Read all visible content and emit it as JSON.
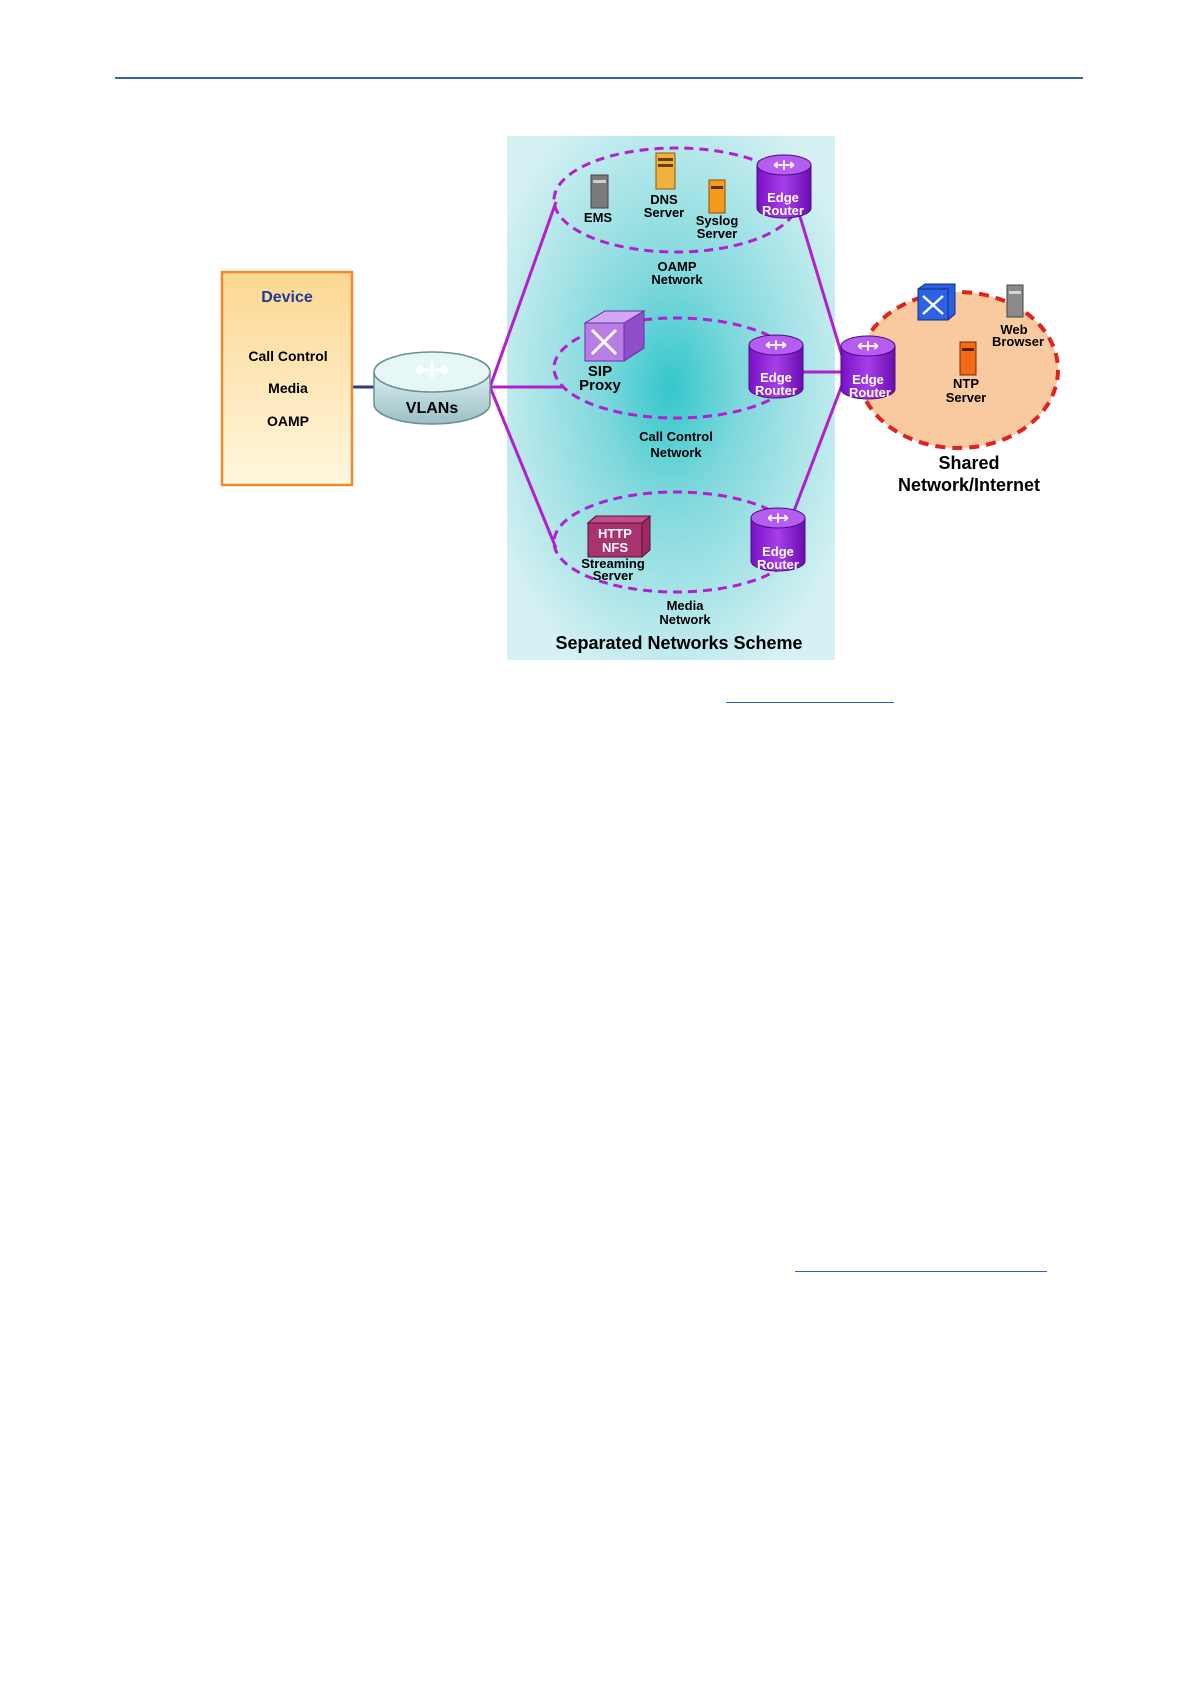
{
  "device": {
    "title": "Device",
    "items": [
      "Call Control",
      "Media",
      "OAMP"
    ]
  },
  "vlans": {
    "label": "VLANs"
  },
  "separated_scheme": {
    "title": "Separated Networks Scheme",
    "oamp": {
      "network_label": [
        "OAMP",
        "Network"
      ],
      "ems_label": "EMS",
      "dns_label": [
        "DNS",
        "Server"
      ],
      "syslog_label": [
        "Syslog",
        "Server"
      ],
      "router_label": [
        "Edge",
        "Router"
      ]
    },
    "call_control": {
      "network_label": [
        "Call Control",
        "Network"
      ],
      "sip_label": [
        "SIP",
        "Proxy"
      ],
      "router_label": [
        "Edge",
        "Router"
      ]
    },
    "media": {
      "network_label": [
        "Media",
        "Network"
      ],
      "http_nfs_label": [
        "HTTP",
        "NFS"
      ],
      "streaming_label": [
        "Streaming",
        "Server"
      ],
      "router_label": [
        "Edge",
        "Router"
      ]
    }
  },
  "shared": {
    "title": [
      "Shared",
      "Network/Internet"
    ],
    "router_label": [
      "Edge",
      "Router"
    ],
    "web_label": [
      "Web",
      "Browser"
    ],
    "ntp_label": [
      "NTP",
      "Server"
    ]
  },
  "links": {
    "link1": "",
    "link2": ""
  },
  "colors": {
    "device_border": "#f08a2c",
    "device_title": "#1f3a93",
    "network_line": "#b21fd1",
    "router": "#8e1cd6",
    "panel_bg": "#bfeaec",
    "shared_fill": "#f9c9a0",
    "shared_border": "#e32121",
    "header_rule": "#2f62b6"
  }
}
